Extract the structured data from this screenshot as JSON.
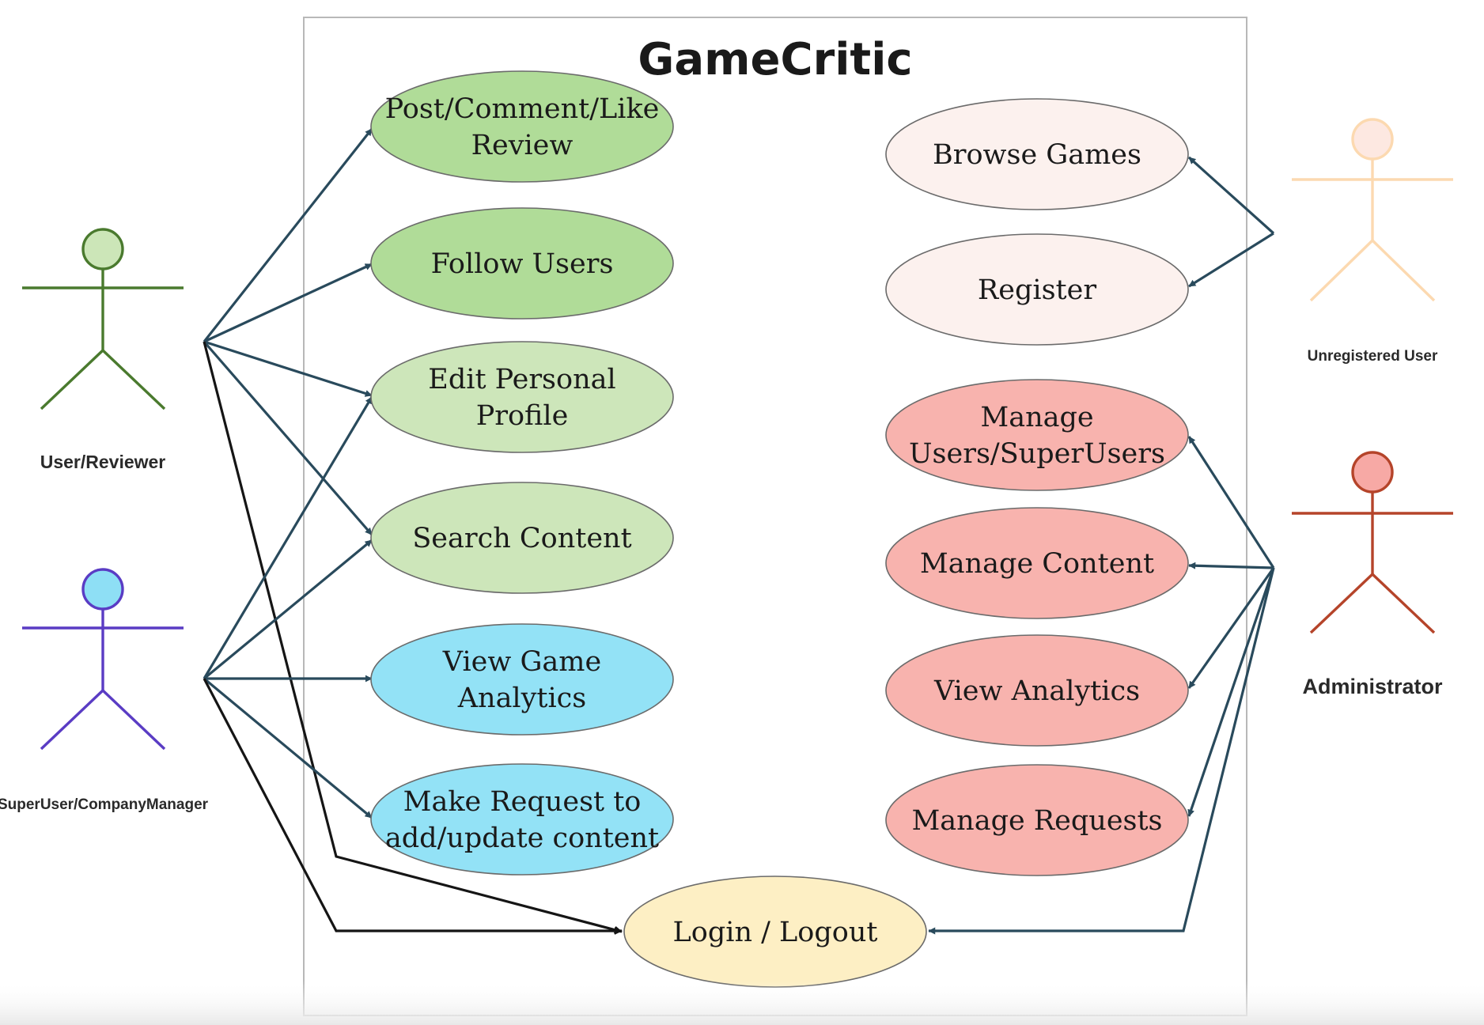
{
  "system": {
    "title": "GameCritic"
  },
  "actors": [
    {
      "id": "reviewer",
      "label": "User/Reviewer",
      "color": "#4a7a2e",
      "head_fill": "#cce6b8"
    },
    {
      "id": "superuser",
      "label": "SuperUser/CompanyManager",
      "color": "#5a3cc4",
      "head_fill": "#8edff5"
    },
    {
      "id": "unregistered",
      "label": "Unregistered User",
      "color": "#fcd9b0",
      "head_fill": "#fde8e1"
    },
    {
      "id": "admin",
      "label": "Administrator",
      "color": "#b5442a",
      "head_fill": "#f7a9a5"
    }
  ],
  "use_cases": [
    {
      "id": "post",
      "lines": [
        "Post/Comment/Like",
        "Review"
      ],
      "fill": "#b0dc98"
    },
    {
      "id": "follow",
      "lines": [
        "Follow Users"
      ],
      "fill": "#b0dc98"
    },
    {
      "id": "edit",
      "lines": [
        "Edit Personal",
        "Profile"
      ],
      "fill": "#cde6ba"
    },
    {
      "id": "search",
      "lines": [
        "Search Content"
      ],
      "fill": "#cde6ba"
    },
    {
      "id": "viewgame",
      "lines": [
        "View Game",
        "Analytics"
      ],
      "fill": "#93e2f6"
    },
    {
      "id": "request",
      "lines": [
        "Make Request to",
        "add/update content"
      ],
      "fill": "#93e2f6"
    },
    {
      "id": "browse",
      "lines": [
        "Browse Games"
      ],
      "fill": "#fcf1ee"
    },
    {
      "id": "register",
      "lines": [
        "Register"
      ],
      "fill": "#fcf1ee"
    },
    {
      "id": "manageusers",
      "lines": [
        "Manage",
        "Users/SuperUsers"
      ],
      "fill": "#f8b3ae"
    },
    {
      "id": "managecontent",
      "lines": [
        "Manage Content"
      ],
      "fill": "#f8b3ae"
    },
    {
      "id": "viewanalytics",
      "lines": [
        "View Analytics"
      ],
      "fill": "#f8b3ae"
    },
    {
      "id": "managerequests",
      "lines": [
        "Manage Requests"
      ],
      "fill": "#f8b3ae"
    },
    {
      "id": "login",
      "lines": [
        "Login / Logout"
      ],
      "fill": "#fdefc4"
    }
  ],
  "colors": {
    "edge_primary": "#294a5c",
    "edge_login": "#151515",
    "system_border": "#b8b8b8"
  }
}
